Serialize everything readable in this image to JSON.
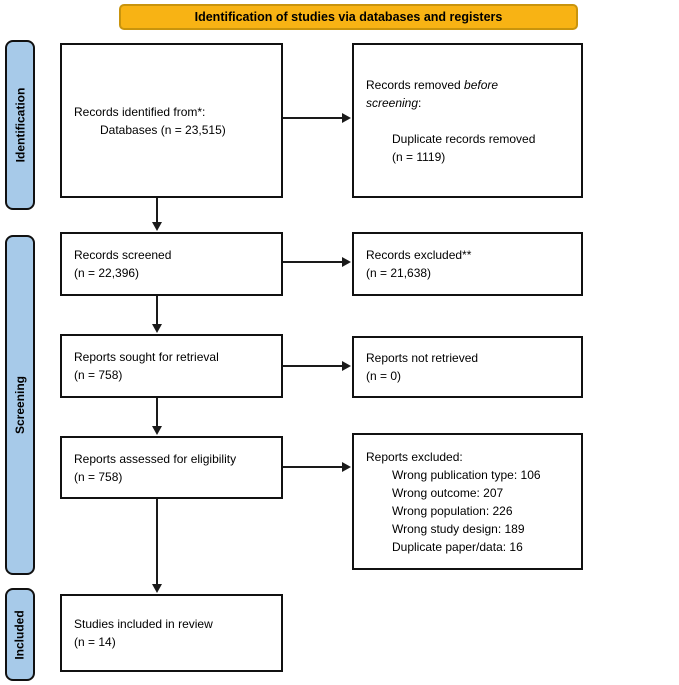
{
  "header": {
    "title": "Identification of studies via databases and registers"
  },
  "colors": {
    "banner_fill": "#F8B314",
    "banner_border": "#C9940D",
    "stage_fill": "#A7CAE9",
    "box_border": "#111111",
    "text": "#000000"
  },
  "stages": {
    "identification": "Identification",
    "screening": "Screening",
    "included": "Included"
  },
  "flow": {
    "records_identified": {
      "title": "Records identified from*:",
      "detail": "Databases (n = 23,515)"
    },
    "records_removed": {
      "line1_normal": "Records removed ",
      "line1_italic": "before",
      "line2_italic": "screening",
      "line2_suffix": ":",
      "detail_line1": "Duplicate records removed",
      "detail_line2": "(n = 1119)"
    },
    "records_screened": {
      "line1": "Records screened",
      "line2": "(n = 22,396)"
    },
    "records_excluded": {
      "line1": "Records excluded**",
      "line2": "(n = 21,638)"
    },
    "reports_sought": {
      "line1": "Reports sought for retrieval",
      "line2": "(n = 758)"
    },
    "reports_not_retrieved": {
      "line1": "Reports not retrieved",
      "line2": "(n = 0)"
    },
    "reports_assessed": {
      "line1": "Reports assessed for eligibility",
      "line2": "(n = 758)"
    },
    "reports_excluded": {
      "title": "Reports excluded:",
      "items": [
        "Wrong publication type: 106",
        "Wrong outcome: 207",
        "Wrong population: 226",
        "Wrong study design: 189",
        "Duplicate paper/data: 16"
      ]
    },
    "studies_included": {
      "line1": "Studies included in review",
      "line2": "(n = 14)"
    }
  }
}
